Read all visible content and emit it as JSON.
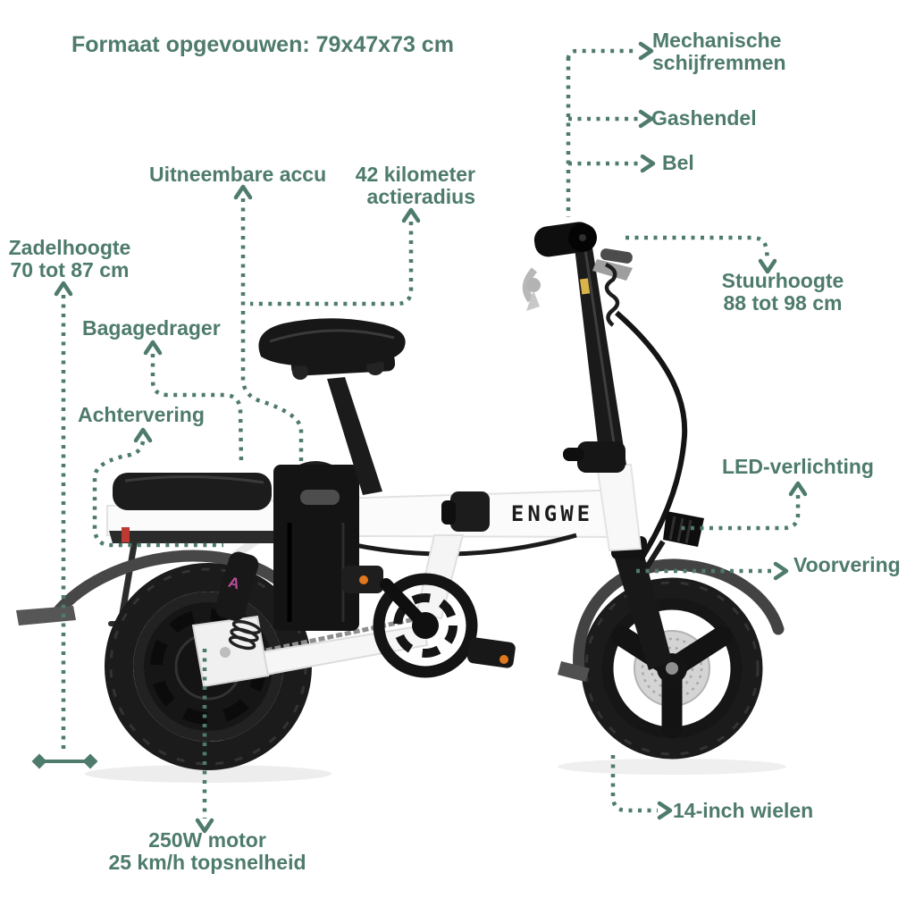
{
  "colors": {
    "accent": "#4e7b6c",
    "background": "#ffffff",
    "bike_dark": "#1a1a1a",
    "bike_frame_white": "#f8f8f8",
    "reflector_orange": "#e0781f"
  },
  "icons": {
    "leader_arrow": "chevron",
    "measure_endpoint": "diamond"
  },
  "title": "Formaat opgevouwen: 79x47x73 cm",
  "brand_logo": "ENGWE",
  "callouts": {
    "mechanical_disc_brakes": "Mechanische\nschijfremmen",
    "throttle": "Gashendel",
    "bell": "Bel",
    "handlebar_height": "Stuurhoogte\n88 tot 98 cm",
    "saddle_height": "Zadelhoogte\n70 tot 87 cm",
    "removable_battery": "Uitneembare accu",
    "range": "42 kilometer\nactieradius",
    "luggage_rack": "Bagagedrager",
    "rear_suspension": "Achtervering",
    "led_lighting": "LED-verlichting",
    "front_suspension": "Voorvering",
    "wheels": "14-inch wielen",
    "motor": "250W motor\n25 km/h topsnelheid"
  }
}
